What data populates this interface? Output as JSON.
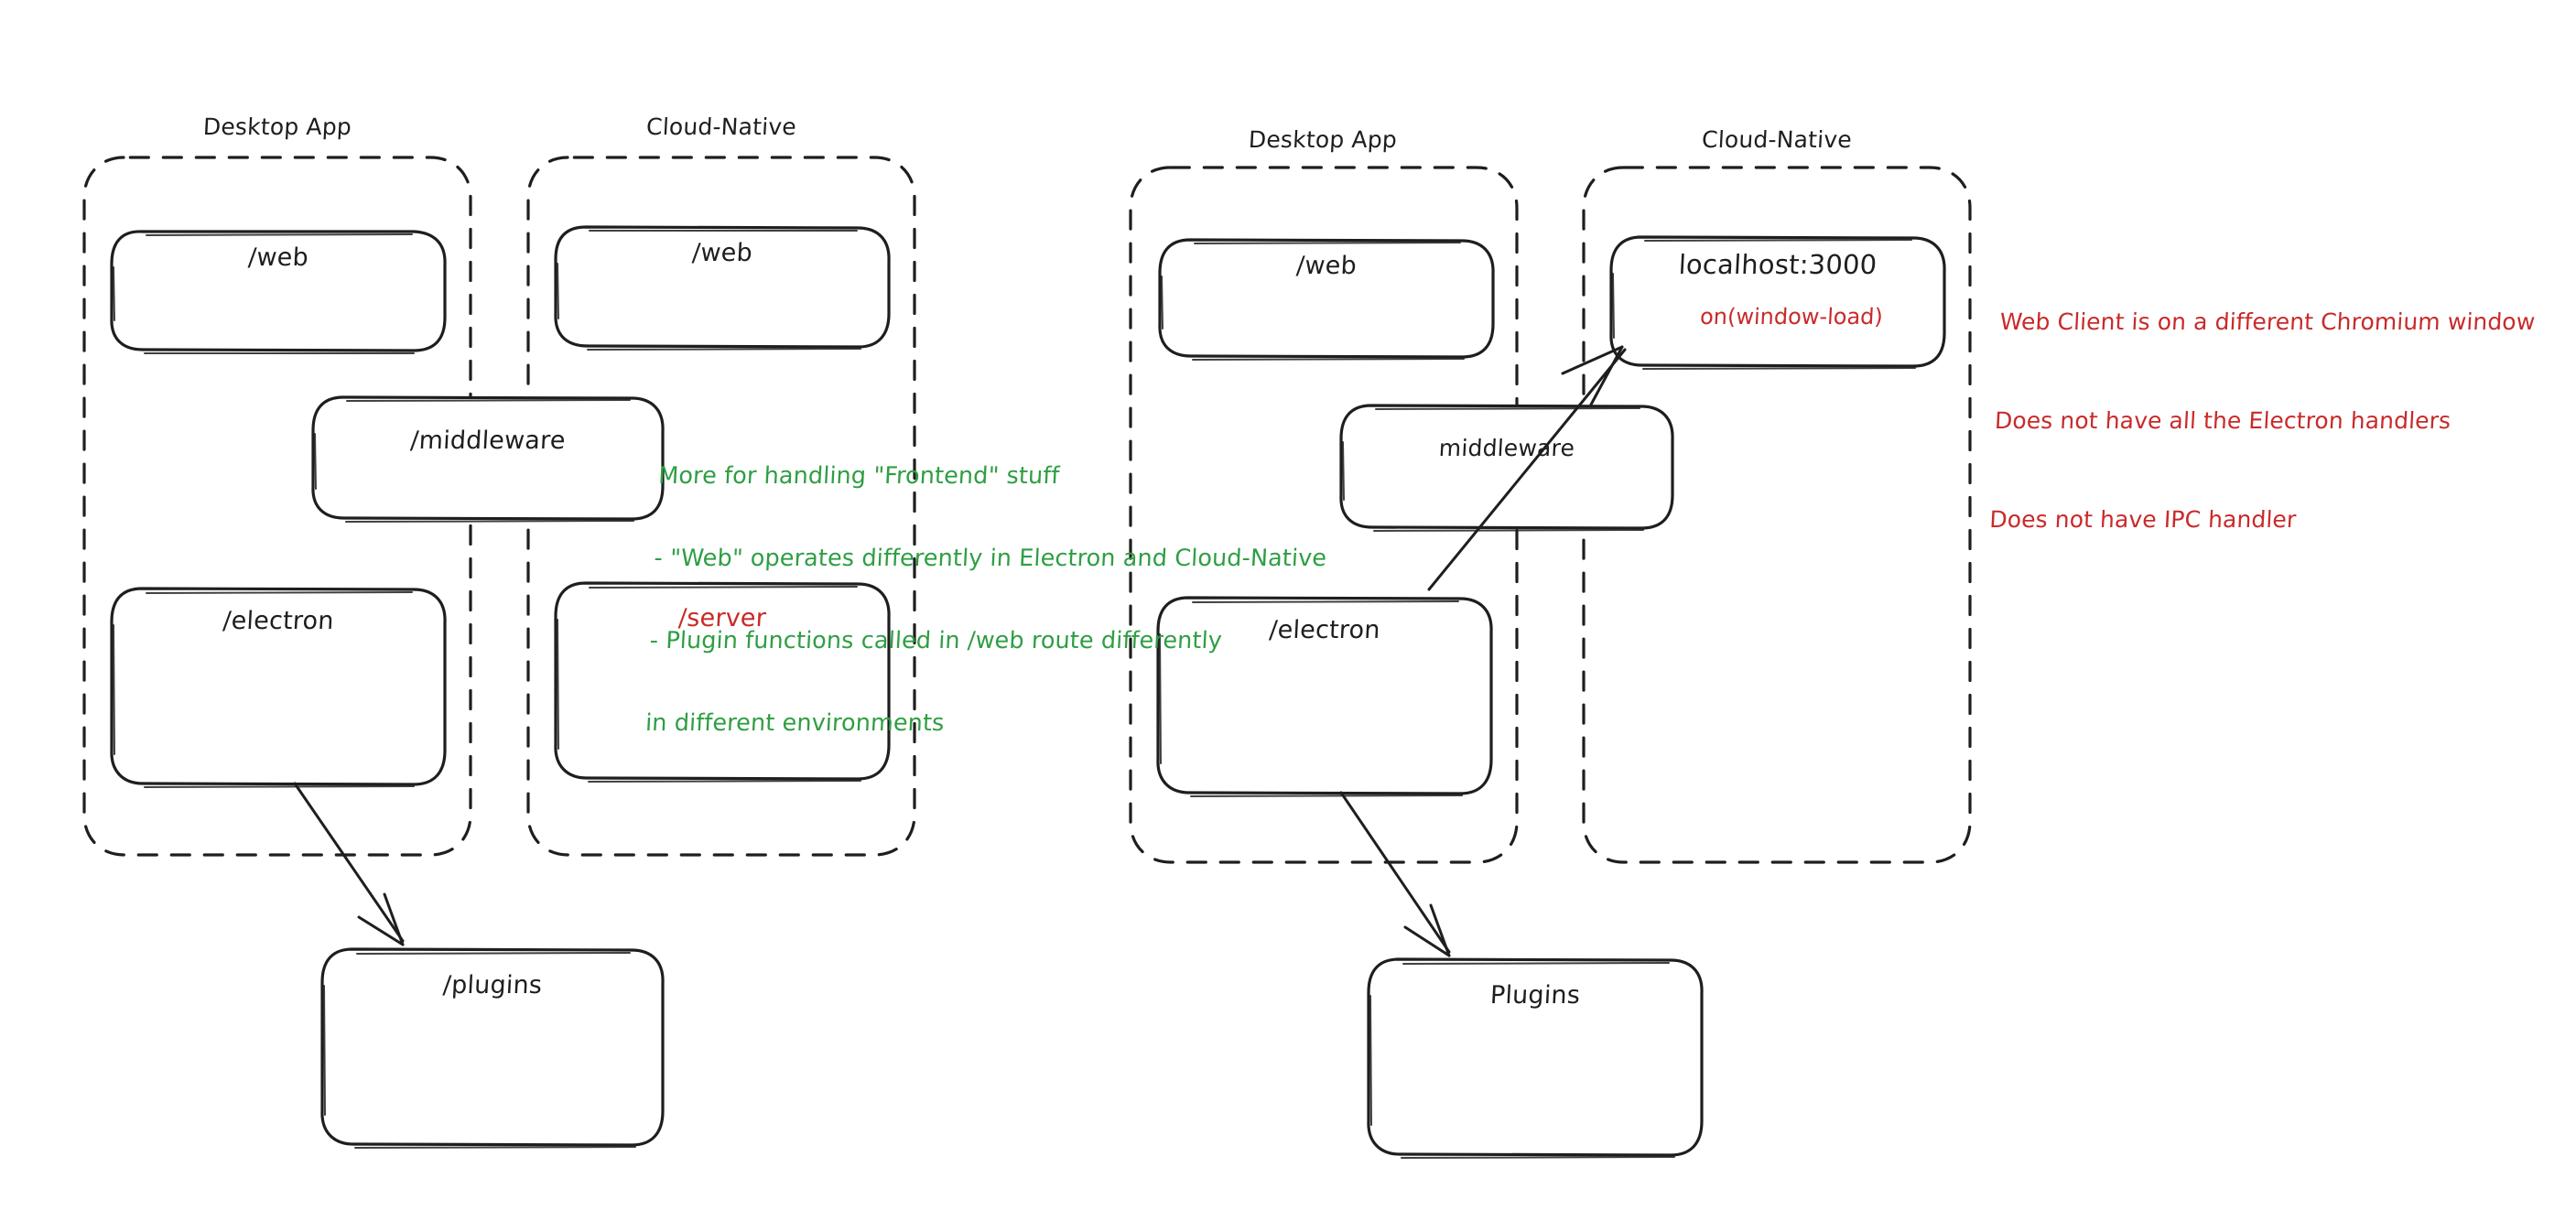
{
  "diagram": {
    "title": "Electron vs Cloud-Native architecture comparison",
    "colors": {
      "stroke": "#1e1e1e",
      "green_note": "#2f9e44",
      "red_note": "#c92a2a",
      "background": "#ffffff"
    },
    "left_group": {
      "containers": [
        {
          "id": "left-desktop-app",
          "label": "Desktop App"
        },
        {
          "id": "left-cloud-native",
          "label": "Cloud-Native"
        }
      ],
      "nodes": [
        {
          "id": "left-desktop-web",
          "label": "/web",
          "color": "#1e1e1e"
        },
        {
          "id": "left-cloud-web",
          "label": "/web",
          "color": "#1e1e1e"
        },
        {
          "id": "left-middleware",
          "label": "/middleware",
          "color": "#1e1e1e"
        },
        {
          "id": "left-electron",
          "label": "/electron",
          "color": "#1e1e1e"
        },
        {
          "id": "left-server",
          "label": "/server",
          "color": "#c92a2a"
        },
        {
          "id": "left-plugins",
          "label": "/plugins",
          "color": "#1e1e1e"
        }
      ],
      "arrows": [
        {
          "id": "left-electron-to-plugins",
          "from": "left-electron",
          "to": "left-plugins"
        }
      ]
    },
    "right_group": {
      "containers": [
        {
          "id": "right-desktop-app",
          "label": "Desktop App"
        },
        {
          "id": "right-cloud-native",
          "label": "Cloud-Native"
        }
      ],
      "nodes": [
        {
          "id": "right-desktop-web",
          "label": "/web",
          "color": "#1e1e1e"
        },
        {
          "id": "right-localhost",
          "label": "localhost:3000",
          "sublabel": "on(window-load)",
          "color": "#1e1e1e",
          "sublabel_color": "#c92a2a"
        },
        {
          "id": "right-middleware",
          "label": "middleware",
          "color": "#1e1e1e"
        },
        {
          "id": "right-electron",
          "label": "/electron",
          "color": "#1e1e1e"
        },
        {
          "id": "right-plugins",
          "label": "Plugins",
          "color": "#1e1e1e"
        }
      ],
      "arrows": [
        {
          "id": "right-electron-to-plugins",
          "from": "right-electron",
          "to": "right-plugins"
        },
        {
          "id": "right-electron-to-localhost",
          "from": "right-electron",
          "to": "right-localhost"
        }
      ]
    },
    "annotations": [
      {
        "id": "green-note",
        "color": "#2f9e44",
        "lines": [
          "More for handling \"Frontend\" stuff",
          "- \"Web\" operates differently in Electron and Cloud-Native",
          "- Plugin functions called in /web route differently",
          "in different environments"
        ]
      },
      {
        "id": "red-note",
        "color": "#c92a2a",
        "lines": [
          "Web Client is on a different Chromium window",
          "Does not have all the Electron handlers",
          "Does not have IPC handler"
        ]
      }
    ]
  }
}
